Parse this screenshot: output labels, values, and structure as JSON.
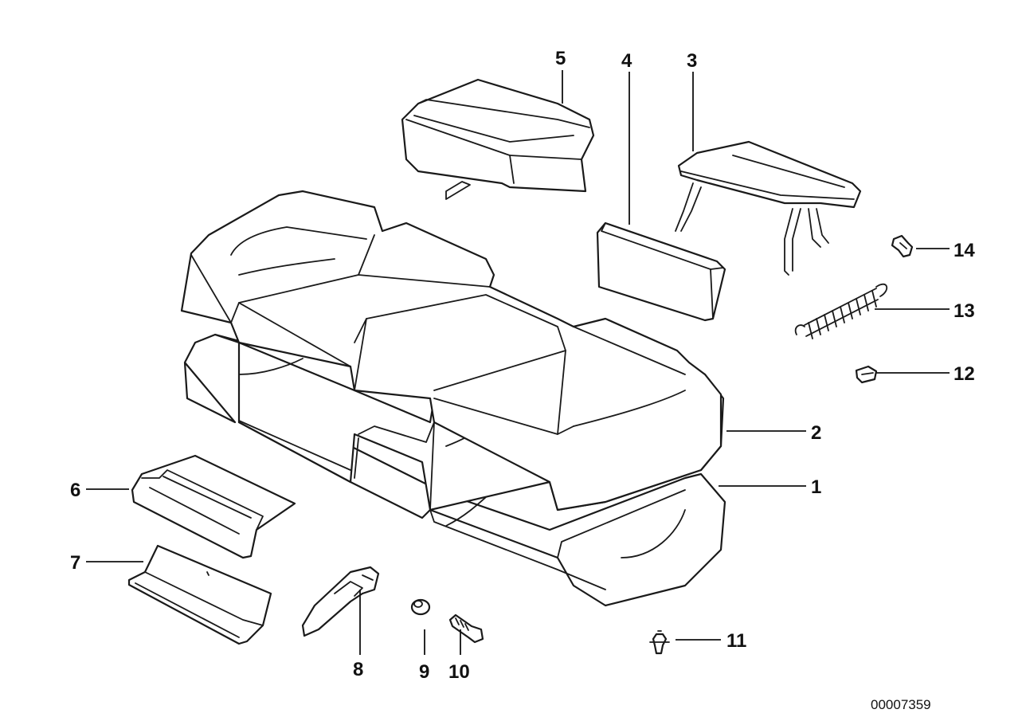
{
  "callouts": {
    "c1": "1",
    "c2": "2",
    "c3": "3",
    "c4": "4",
    "c5": "5",
    "c6": "6",
    "c7": "7",
    "c8": "8",
    "c9": "9",
    "c10": "10",
    "c11": "11",
    "c12": "12",
    "c13": "13",
    "c14": "14"
  },
  "document_number": "00007359",
  "colors": {
    "line": "#1a1a1a",
    "background": "#ffffff"
  }
}
